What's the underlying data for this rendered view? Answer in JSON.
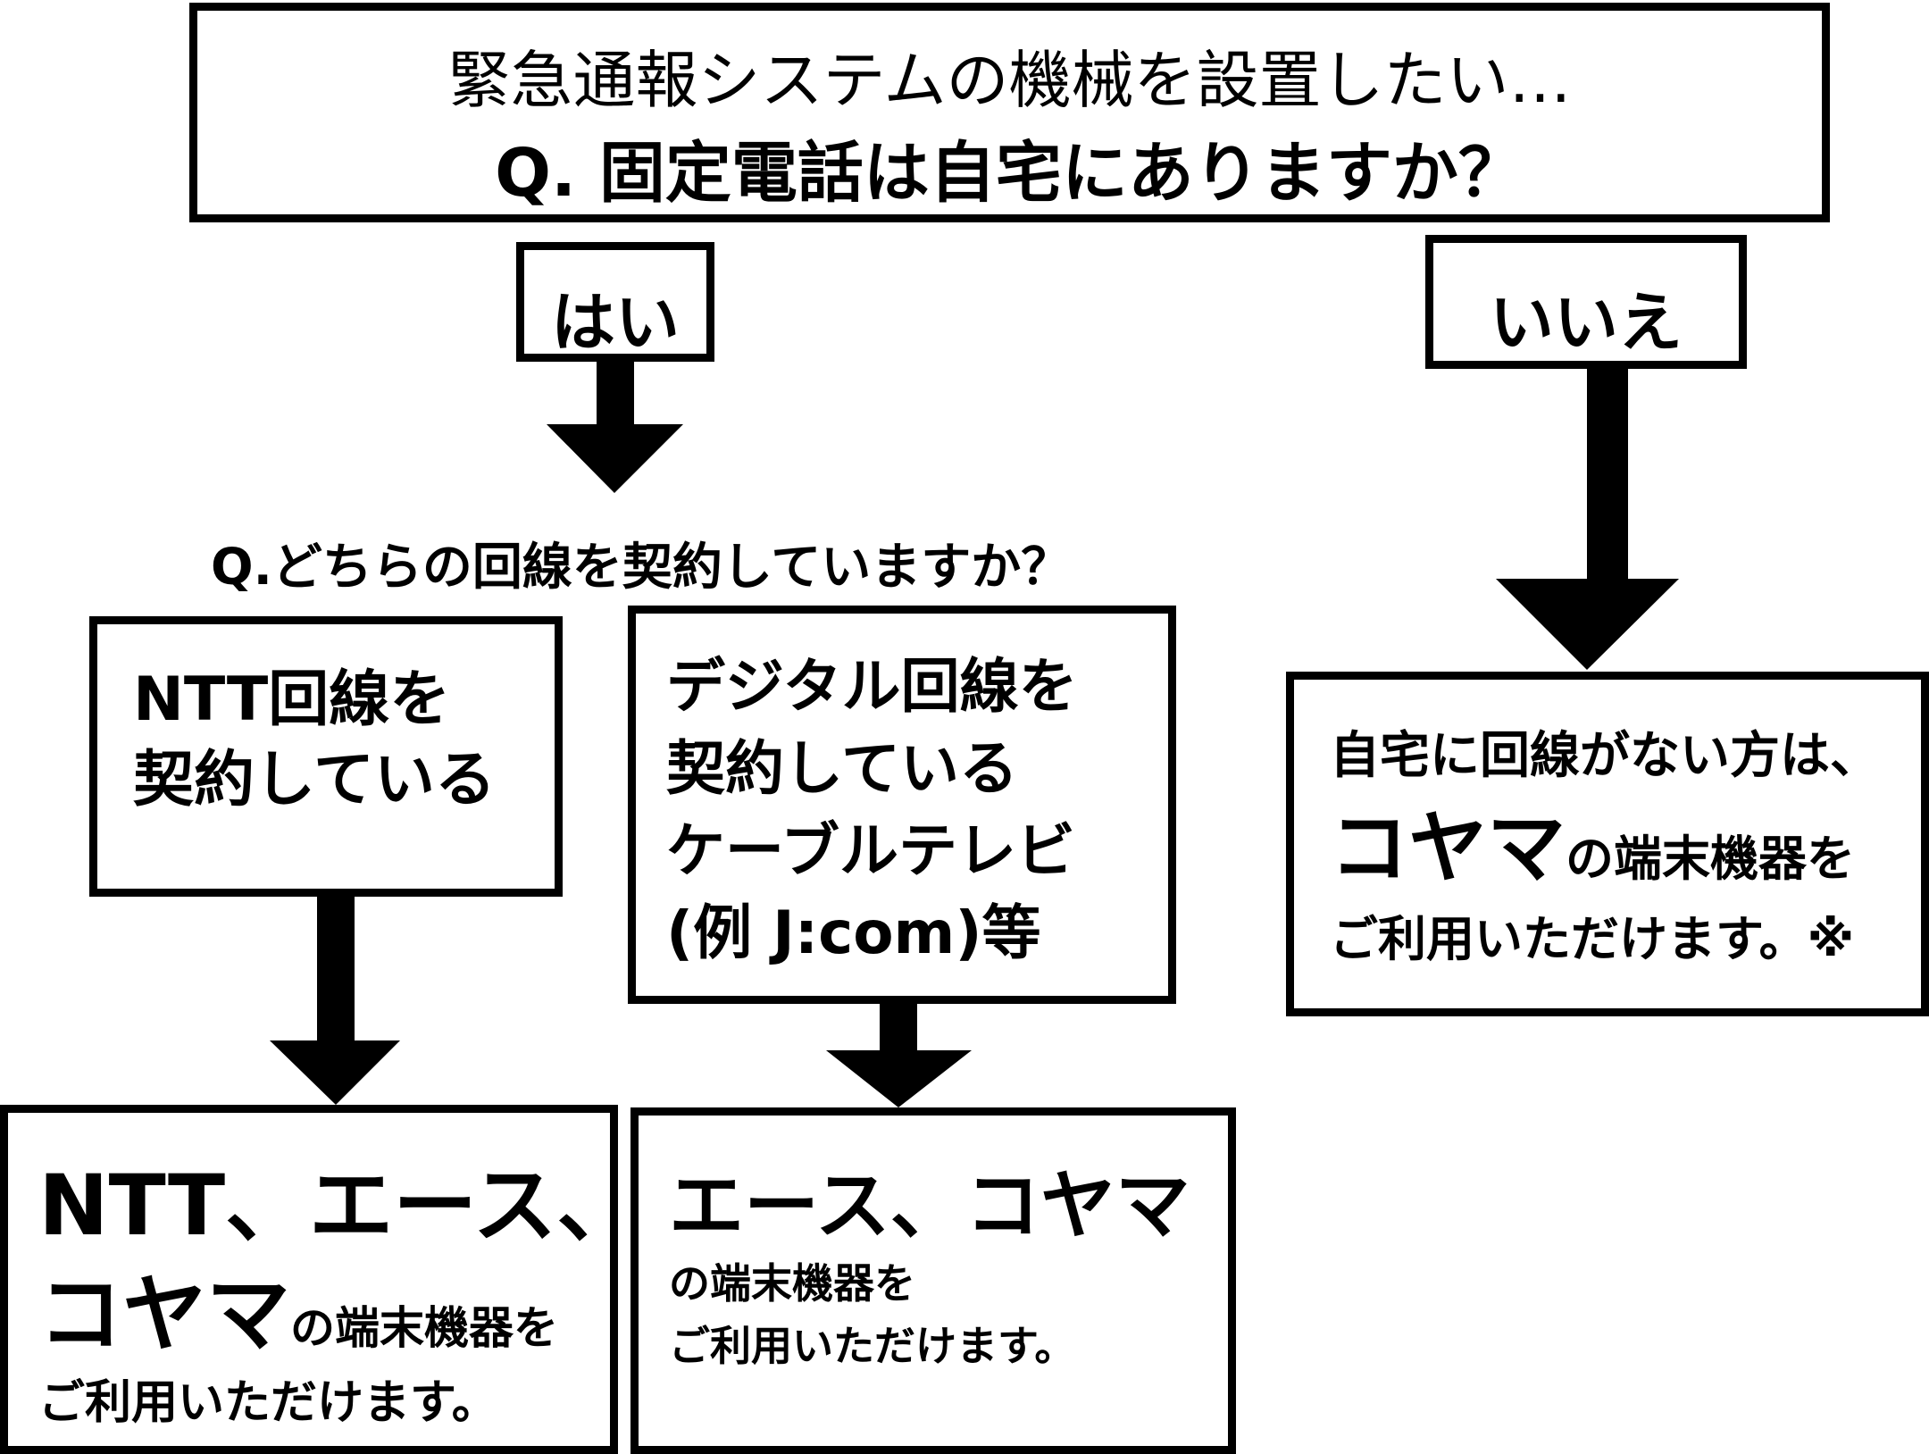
{
  "top_box": {
    "line1": "緊急通報システムの機械を設置したい…",
    "line2": "Q.  固定電話は自宅にありますか？"
  },
  "answers": {
    "yes": "はい",
    "no": "いいえ"
  },
  "question2": "Q.どちらの回線を契約していますか？",
  "ntt_box": {
    "line1": "NTT回線を",
    "line2": "契約している"
  },
  "digital_box": {
    "line1": "デジタル回線を",
    "line2": "契約している",
    "line3": "ケーブルテレビ",
    "line4": "(例  J:com)等"
  },
  "no_line_box": {
    "line1": "自宅に回線がない方は、",
    "brand": "コヤマ",
    "line2_rest": "の端末機器を",
    "line3": "ご利用いただけます。※"
  },
  "ntt_result": {
    "line1": "NTT、エース、",
    "brand": "コヤマ",
    "line2_rest": "の端末機器を",
    "line3": "ご利用いただけます。"
  },
  "digital_result": {
    "line1": "エース、コヤマ",
    "line2": "の端末機器を",
    "line3": "ご利用いただけます。"
  },
  "colors": {
    "stroke": "#000000",
    "background": "#ffffff"
  }
}
